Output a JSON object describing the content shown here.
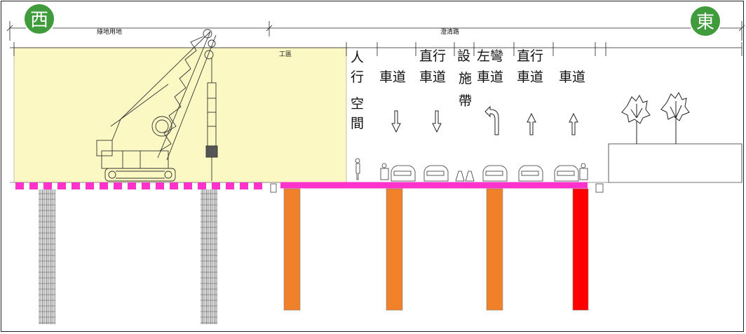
{
  "badges": {
    "west": "西",
    "east": "東"
  },
  "dimensions": {
    "green_land": "綠地用地",
    "road": "澄清路",
    "work_zone": "工區"
  },
  "lane_labels": {
    "ped1": "人",
    "ped2": "行",
    "ped3": "空",
    "ped4": "間",
    "lane1": "車道",
    "lane2_top": "直行",
    "lane2": "車道",
    "fac1": "設",
    "fac2": "施",
    "fac3": "帶",
    "lane3_top": "左彎",
    "lane3": "車道",
    "lane4_top": "直行",
    "lane4": "車道",
    "lane5": "車道"
  },
  "lane_arrows": [
    "down",
    "down",
    "left-turn",
    "up",
    "up"
  ],
  "colors": {
    "work_zone_fill": "#fbf8c4",
    "deck": "#ff33cc",
    "pile_orange": "#f0802a",
    "pile_red": "#ff0000",
    "badge_green": "#3f9b3c"
  }
}
